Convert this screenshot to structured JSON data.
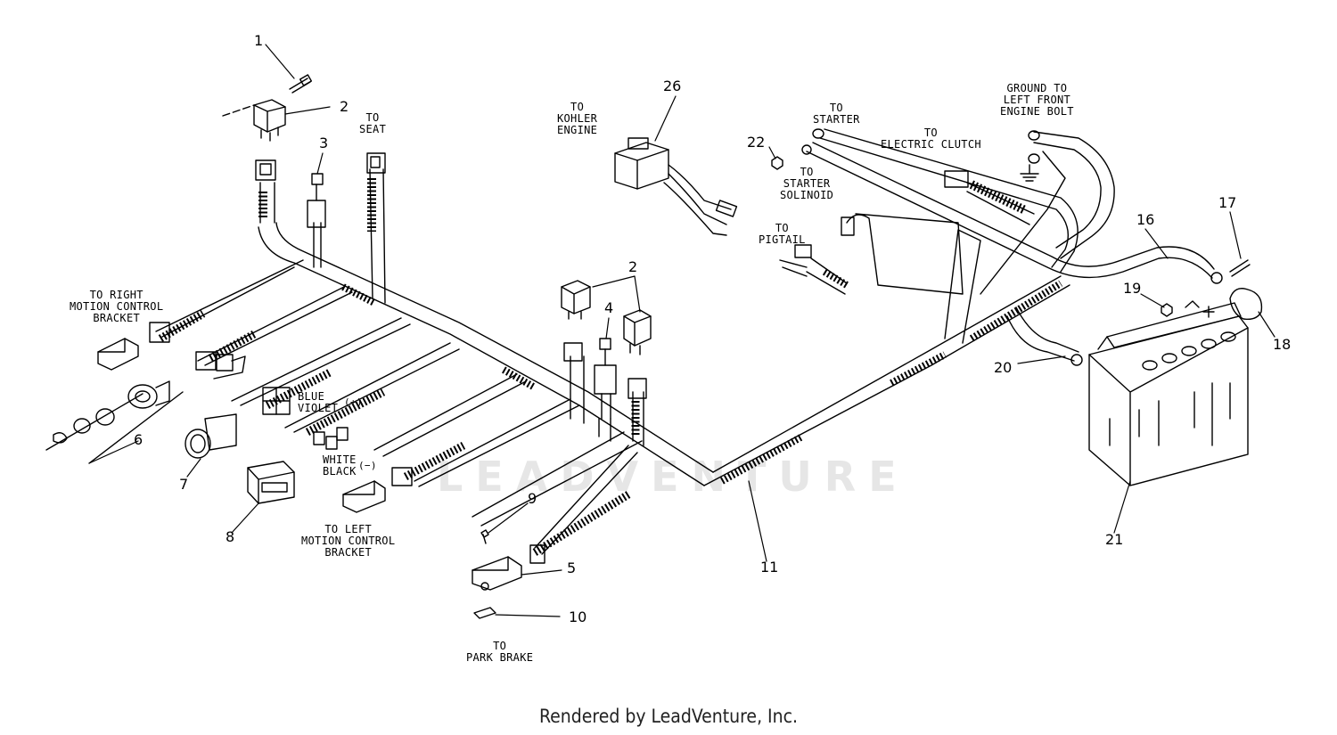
{
  "watermark": "LEADVENTURE",
  "footer": "Rendered by LeadVenture, Inc.",
  "labels": {
    "to_seat": "TO\nSEAT",
    "to_kohler_engine": "TO\nKOHLER\nENGINE",
    "to_starter": "TO\nSTARTER",
    "to_electric_clutch": "TO\nELECTRIC CLUTCH",
    "ground_to_left_front_engine_bolt": "GROUND TO\nLEFT FRONT\nENGINE BOLT",
    "to_starter_solinoid": "TO\nSTARTER\nSOLINOID",
    "to_pigtail": "TO\nPIGTAIL",
    "to_right_motion_control_bracket": "TO RIGHT\nMOTION CONTROL\nBRACKET",
    "blue_violet": "BLUE\nVIOLET",
    "plus": "(+)",
    "white_black": "WHITE\nBLACK",
    "minus": "(−)",
    "to_left_motion_control_bracket": "TO LEFT\nMOTION CONTROL\nBRACKET",
    "to_park_brake": "TO\nPARK BRAKE"
  },
  "callouts": {
    "c1": "1",
    "c2a": "2",
    "c2b": "2",
    "c3": "3",
    "c4": "4",
    "c5": "5",
    "c6": "6",
    "c7": "7",
    "c8": "8",
    "c9": "9",
    "c10": "10",
    "c11": "11",
    "c16": "16",
    "c17": "17",
    "c18": "18",
    "c19": "19",
    "c20": "20",
    "c21": "21",
    "c22": "22",
    "c26": "26"
  }
}
